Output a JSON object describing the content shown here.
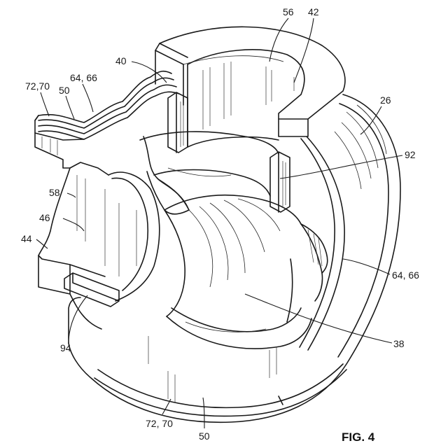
{
  "figure_label": "FIG. 4",
  "reference_numerals": {
    "n56": "56",
    "n42": "42",
    "n40": "40",
    "n26": "26",
    "n72_70_top": "72,70",
    "n64_66_top": "64, 66",
    "n50_top": "50",
    "n92": "92",
    "n58": "58",
    "n46": "46",
    "n44": "44",
    "n64_66_right": "64, 66",
    "n38": "38",
    "n94": "94",
    "n72_70_bottom": "72, 70",
    "n50_bottom": "50"
  }
}
